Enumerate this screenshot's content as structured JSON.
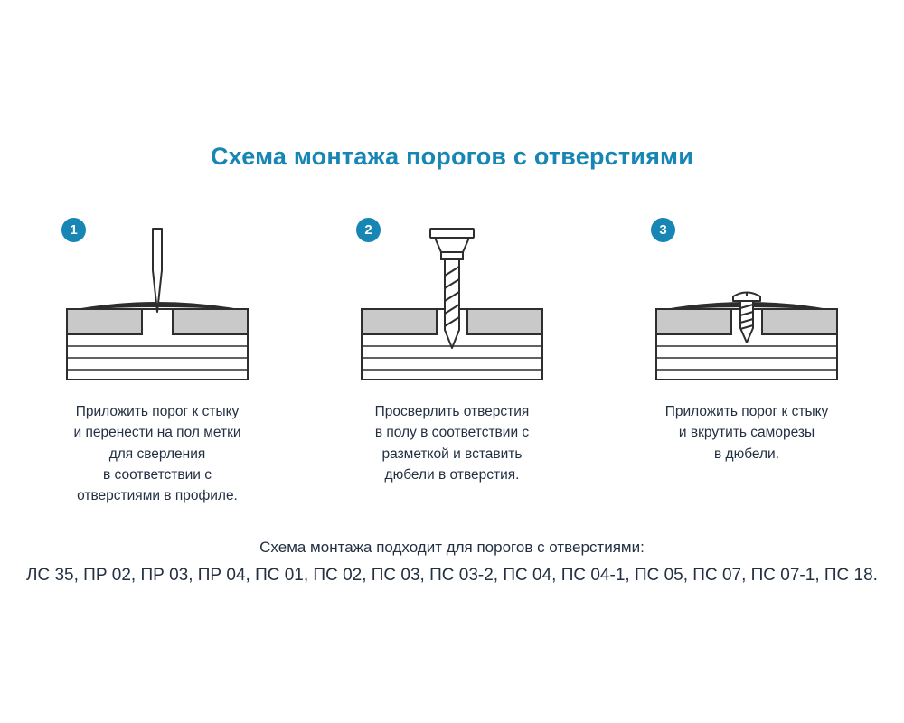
{
  "page": {
    "title": "Схема монтажа порогов с отверстиями",
    "accent_color": "#1886b4",
    "text_color": "#233043"
  },
  "steps": [
    {
      "number": "1",
      "illustration": "awl-marking-through-threshold",
      "caption": "Приложить порог к стыку\nи перенести на пол метки\nдля сверления\nв соответствии с\nотверстиями в профиле."
    },
    {
      "number": "2",
      "illustration": "drill-bit-in-floor",
      "caption": "Просверлить отверстия\nв полу в соответствии с\nразметкой и вставить\nдюбели в отверстия."
    },
    {
      "number": "3",
      "illustration": "screw-through-threshold",
      "caption": "Приложить порог к стыку\nи вкрутить саморезы\nв дюбели."
    }
  ],
  "footer": {
    "line1": "Схема монтажа подходит для порогов с отверстиями:",
    "line2": "ЛС 35, ПР 02, ПР 03, ПР 04, ПС 01, ПС 02, ПС 03, ПС 03-2, ПС 04, ПС 04-1, ПС 05, ПС 07, ПС 07-1, ПС 18."
  }
}
